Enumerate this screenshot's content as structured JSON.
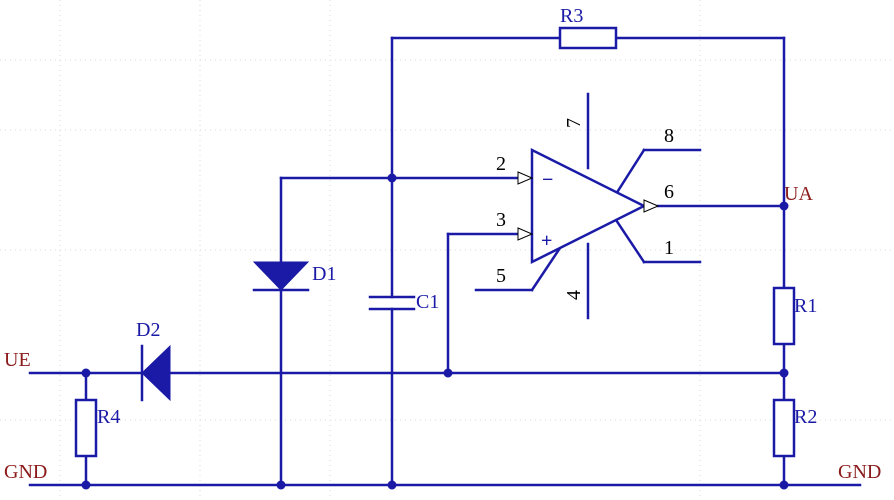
{
  "components": {
    "r1": "R1",
    "r2": "R2",
    "r3": "R3",
    "r4": "R4",
    "c1": "C1",
    "d1": "D1",
    "d2": "D2"
  },
  "nets": {
    "ue": "UE",
    "ua": "UA",
    "gnd_left": "GND",
    "gnd_right": "GND"
  },
  "opamp": {
    "inv_sign": "−",
    "noninv_sign": "+",
    "pins": {
      "p2": "2",
      "p3": "3",
      "p5": "5",
      "p6": "6",
      "p7": "7",
      "p8": "8",
      "p1": "1",
      "p4": "4"
    }
  },
  "colors": {
    "wire": "#1a1aa6",
    "net_label": "#8b1a1a",
    "pin_label": "#000000",
    "background": "#ffffff"
  }
}
